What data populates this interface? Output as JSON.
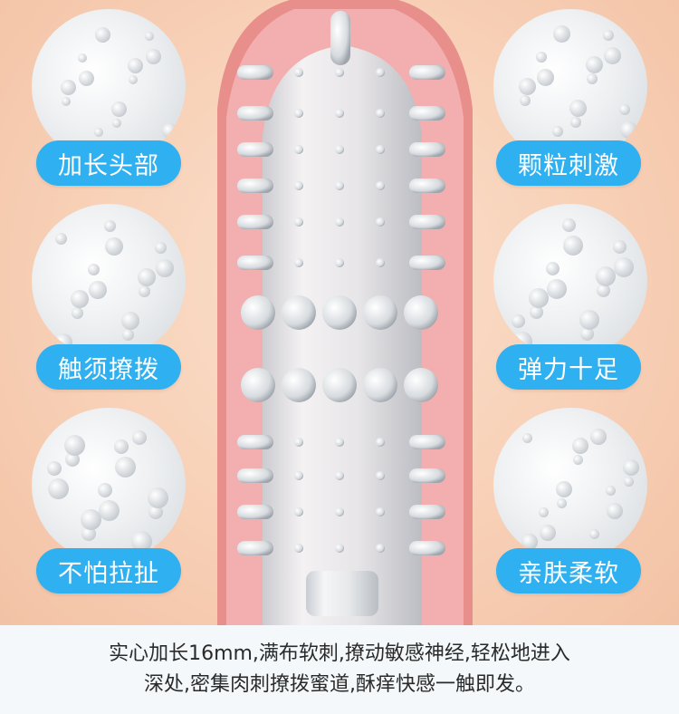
{
  "features": {
    "left": [
      "加长头部",
      "触须撩拨",
      "不怕拉扯"
    ],
    "right": [
      "颗粒刺激",
      "弹力十足",
      "亲肤柔软"
    ]
  },
  "description": {
    "line1": "实心加长16mm,满布软刺,撩动敏感神经,轻松地进入",
    "line2": "深处,密集肉刺撩拨蜜道,酥痒快感一触即发。"
  },
  "colors": {
    "accent": "#2fb0f0",
    "background": "#f7cdb3",
    "center": "#e98a8a"
  }
}
